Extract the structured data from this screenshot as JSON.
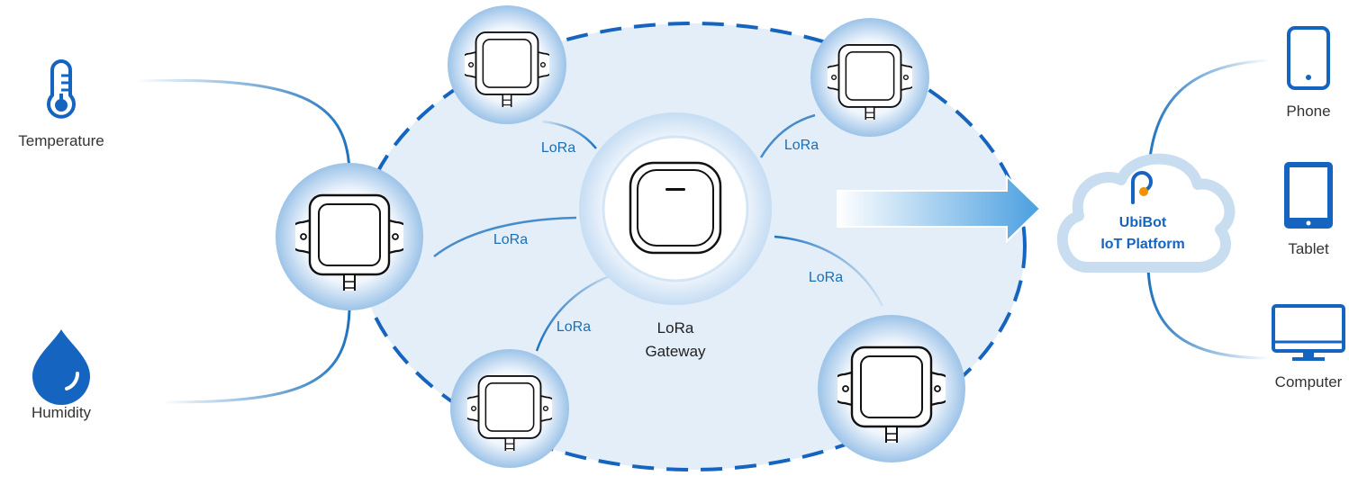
{
  "sensors": {
    "temperature": {
      "label": "Temperature",
      "icon": "thermometer-icon"
    },
    "humidity": {
      "label": "Humidity",
      "icon": "water-drop-icon"
    }
  },
  "links": [
    "LoRa",
    "LoRa",
    "LoRa",
    "LoRa",
    "LoRa"
  ],
  "gateway": {
    "line1": "LoRa",
    "line2": "Gateway"
  },
  "platform": {
    "line1": "UbiBot",
    "line2": "IoT Platform",
    "icon": "ubibot-logo-icon"
  },
  "clients": [
    {
      "label": "Phone",
      "icon": "phone-icon"
    },
    {
      "label": "Tablet",
      "icon": "tablet-icon"
    },
    {
      "label": "Computer",
      "icon": "computer-icon"
    }
  ],
  "colors": {
    "primary": "#1565c0",
    "accent_orange": "#f39200",
    "field_fill": "#e3eef9",
    "text": "#222222"
  }
}
